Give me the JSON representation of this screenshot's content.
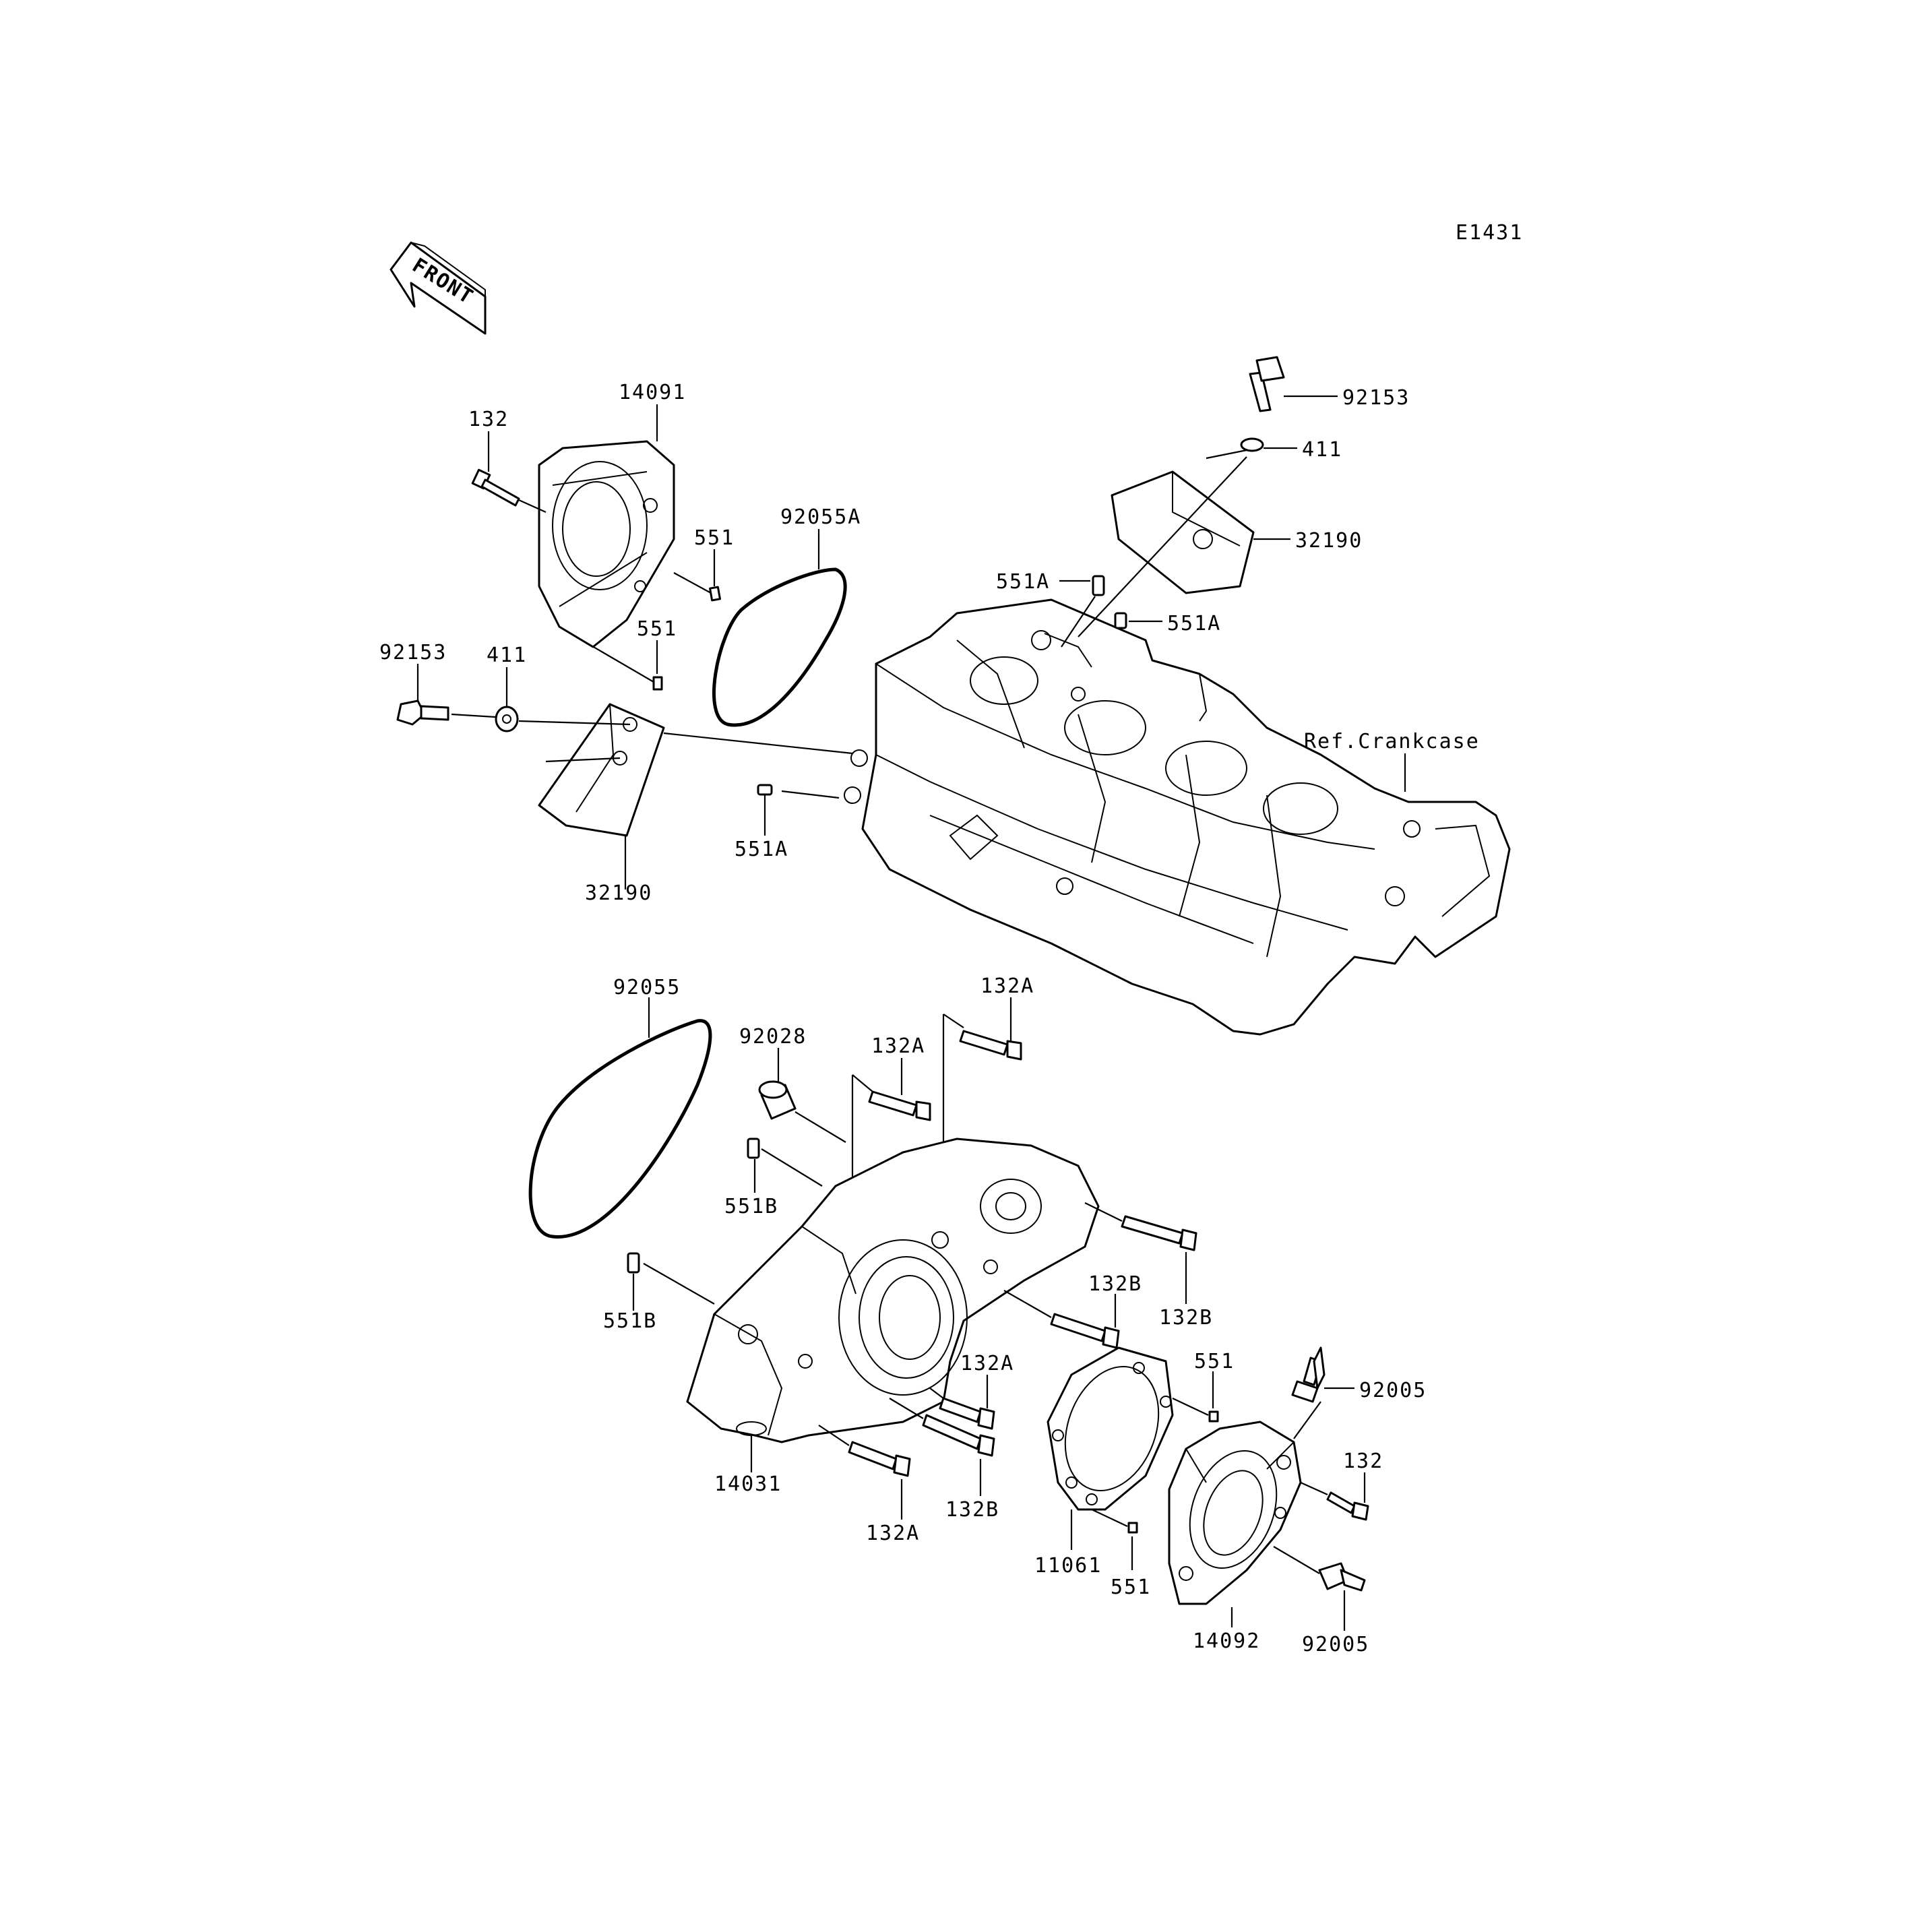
{
  "diagram_code": "E1431",
  "front_label": "FRONT",
  "crankcase_ref": "Ref.Crankcase",
  "callouts": [
    {
      "id": "c-132-top",
      "text": "132"
    },
    {
      "id": "c-14091",
      "text": "14091"
    },
    {
      "id": "c-551-a",
      "text": "551"
    },
    {
      "id": "c-551-b",
      "text": "551"
    },
    {
      "id": "c-92055A",
      "text": "92055A"
    },
    {
      "id": "c-92153-left",
      "text": "92153"
    },
    {
      "id": "c-411-left",
      "text": "411"
    },
    {
      "id": "c-32190-left",
      "text": "32190"
    },
    {
      "id": "c-551A-left",
      "text": "551A"
    },
    {
      "id": "c-92153-right",
      "text": "92153"
    },
    {
      "id": "c-411-right",
      "text": "411"
    },
    {
      "id": "c-32190-right",
      "text": "32190"
    },
    {
      "id": "c-551A-top",
      "text": "551A"
    },
    {
      "id": "c-551A-right",
      "text": "551A"
    },
    {
      "id": "c-92055",
      "text": "92055"
    },
    {
      "id": "c-92028",
      "text": "92028"
    },
    {
      "id": "c-132A-1",
      "text": "132A"
    },
    {
      "id": "c-132A-2",
      "text": "132A"
    },
    {
      "id": "c-551B-1",
      "text": "551B"
    },
    {
      "id": "c-551B-2",
      "text": "551B"
    },
    {
      "id": "c-132B-1",
      "text": "132B"
    },
    {
      "id": "c-132B-2",
      "text": "132B"
    },
    {
      "id": "c-132A-3",
      "text": "132A"
    },
    {
      "id": "c-14031",
      "text": "14031"
    },
    {
      "id": "c-132A-4",
      "text": "132A"
    },
    {
      "id": "c-132B-3",
      "text": "132B"
    },
    {
      "id": "c-11061",
      "text": "11061"
    },
    {
      "id": "c-551-c",
      "text": "551"
    },
    {
      "id": "c-551-d",
      "text": "551"
    },
    {
      "id": "c-92005-1",
      "text": "92005"
    },
    {
      "id": "c-132-bottom",
      "text": "132"
    },
    {
      "id": "c-14092",
      "text": "14092"
    },
    {
      "id": "c-92005-2",
      "text": "92005"
    }
  ]
}
